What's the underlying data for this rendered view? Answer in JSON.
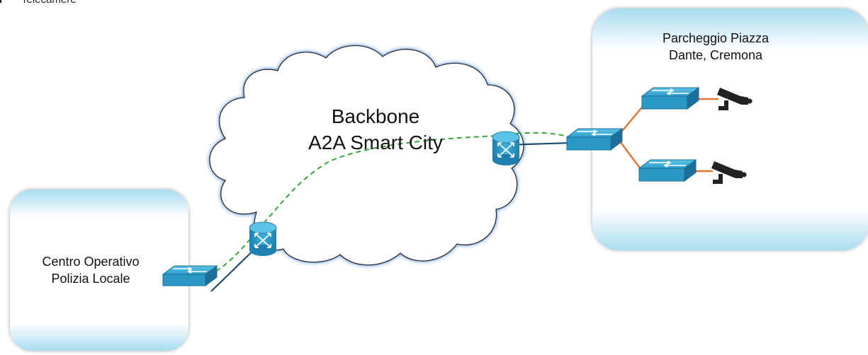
{
  "legend": {
    "camera_label": "Telecamere",
    "icon": "camera-icon"
  },
  "backbone": {
    "line1": "Backbone",
    "line2": "A2A Smart City"
  },
  "sites": {
    "centro": {
      "line1": "Centro Operativo",
      "line2": "Polizia Locale"
    },
    "parcheggio": {
      "line1": "Parcheggio Piazza",
      "line2": "Dante, Cremona"
    }
  },
  "colors": {
    "site_gradient_edge": "#a8dcf0",
    "cloud_glow": "#3a7fd8",
    "device_blue": "#2c9cc8",
    "trunk_link": "#1d4d70",
    "camera_link": "#e0763a",
    "vpn_path": "#3aa33a",
    "camera": "#222222"
  }
}
